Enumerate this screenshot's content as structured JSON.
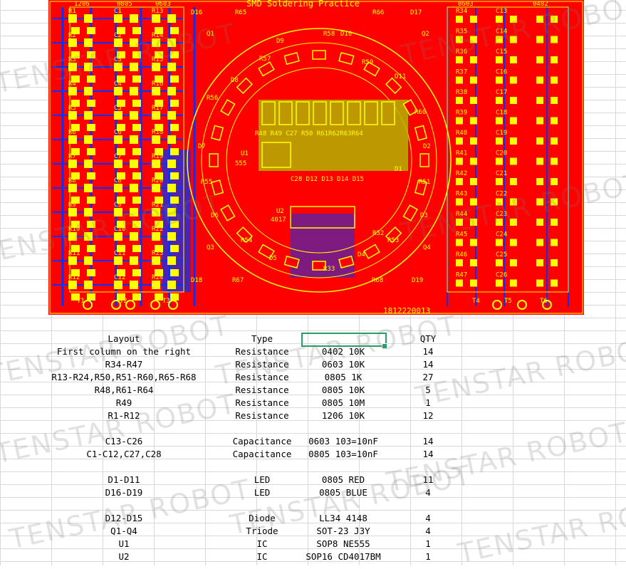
{
  "pcb": {
    "silk_title": "SMD Soldering Practice",
    "serial": "1812220013",
    "left_labels": [
      "R1",
      "R2",
      "R3",
      "R4",
      "R5",
      "R6",
      "R7",
      "R8",
      "R9",
      "R10",
      "R11",
      "R12"
    ],
    "cap_labels": [
      "C1",
      "C2",
      "C3",
      "C4",
      "C5",
      "C6",
      "C7",
      "C8",
      "C9",
      "C10",
      "C11",
      "C12"
    ],
    "r_labels": [
      "R13",
      "R14",
      "R15",
      "R16",
      "R17",
      "R18",
      "R19",
      "R20",
      "R21",
      "R22",
      "R23",
      "R24"
    ],
    "right_r_labels": [
      "R34",
      "R35",
      "R36",
      "R37",
      "R38",
      "R39",
      "R40",
      "R41",
      "R42",
      "R43",
      "R44",
      "R45",
      "R46",
      "R47"
    ],
    "right_c_labels": [
      "C13",
      "C14",
      "C15",
      "C16",
      "C17",
      "C18",
      "C19",
      "C20",
      "C21",
      "C22",
      "C23",
      "C24",
      "C25",
      "C26"
    ],
    "size_labels": [
      "1206",
      "0805",
      "0603",
      "0603",
      "0402"
    ],
    "chip_labels": "R48 R49 C27 R50 R61R62R63R64",
    "diode_labels": "C28  D12 D13 D14 D15",
    "ic_labels": [
      "U1",
      "555",
      "U2",
      "4017"
    ],
    "misc_labels": [
      "D16",
      "R65",
      "R66",
      "D17",
      "Q1",
      "Q2",
      "Q3",
      "Q4",
      "D18",
      "R67",
      "R68",
      "D19",
      "T1",
      "T2",
      "T3",
      "T4",
      "T5",
      "T6",
      "D7",
      "D2",
      "R55",
      "R51",
      "R56",
      "R60",
      "D6",
      "D3",
      "R54",
      "R53",
      "D5",
      "D4",
      "R52",
      "R57",
      "R58",
      "R59",
      "D8",
      "D9",
      "D10",
      "D11",
      "R33",
      "D1"
    ]
  },
  "watermark": "TENSTAR ROBOT",
  "table": {
    "header": {
      "layout": "Layout",
      "type": "Type",
      "spec": "",
      "qty": "QTY"
    },
    "rows": [
      {
        "layout": "First column on the right",
        "type": "Resistance",
        "spec": "0402 10K",
        "qty": "14"
      },
      {
        "layout": "R34-R47",
        "type": "Resistance",
        "spec": "0603 10K",
        "qty": "14"
      },
      {
        "layout": "R13-R24,R50,R51-R60,R65-R68",
        "type": "Resistance",
        "spec": "0805 1K",
        "qty": "27"
      },
      {
        "layout": "R48,R61-R64",
        "type": "Resistance",
        "spec": "0805 10K",
        "qty": "5"
      },
      {
        "layout": "R49",
        "type": "Resistance",
        "spec": "0805 10M",
        "qty": "1"
      },
      {
        "layout": "R1-R12",
        "type": "Resistance",
        "spec": "1206 10K",
        "qty": "12"
      },
      {
        "layout": "",
        "type": "",
        "spec": "",
        "qty": ""
      },
      {
        "layout": "C13-C26",
        "type": "Capacitance",
        "spec": "0603 103=10nF",
        "qty": "14"
      },
      {
        "layout": "C1-C12,C27,C28",
        "type": "Capacitance",
        "spec": "0805 103=10nF",
        "qty": "14"
      },
      {
        "layout": "",
        "type": "",
        "spec": "",
        "qty": ""
      },
      {
        "layout": "D1-D11",
        "type": "LED",
        "spec": "0805 RED",
        "qty": "11"
      },
      {
        "layout": "D16-D19",
        "type": "LED",
        "spec": "0805 BLUE",
        "qty": "4"
      },
      {
        "layout": "",
        "type": "",
        "spec": "",
        "qty": ""
      },
      {
        "layout": "D12-D15",
        "type": "Diode",
        "spec": "LL34 4148",
        "qty": "4"
      },
      {
        "layout": "Q1-Q4",
        "type": "Triode",
        "spec": "SOT-23 J3Y",
        "qty": "4"
      },
      {
        "layout": "U1",
        "type": "IC",
        "spec": "SOP8 NE555",
        "qty": "1"
      },
      {
        "layout": "U2",
        "type": "IC",
        "spec": "SOP16 CD4017BM",
        "qty": "1"
      }
    ]
  },
  "colors": {
    "pcb": "#ff0000",
    "silk": "#ffff00",
    "pad": "#ffff00",
    "trace_bottom": "#0033ff",
    "selection": "#21a366"
  }
}
